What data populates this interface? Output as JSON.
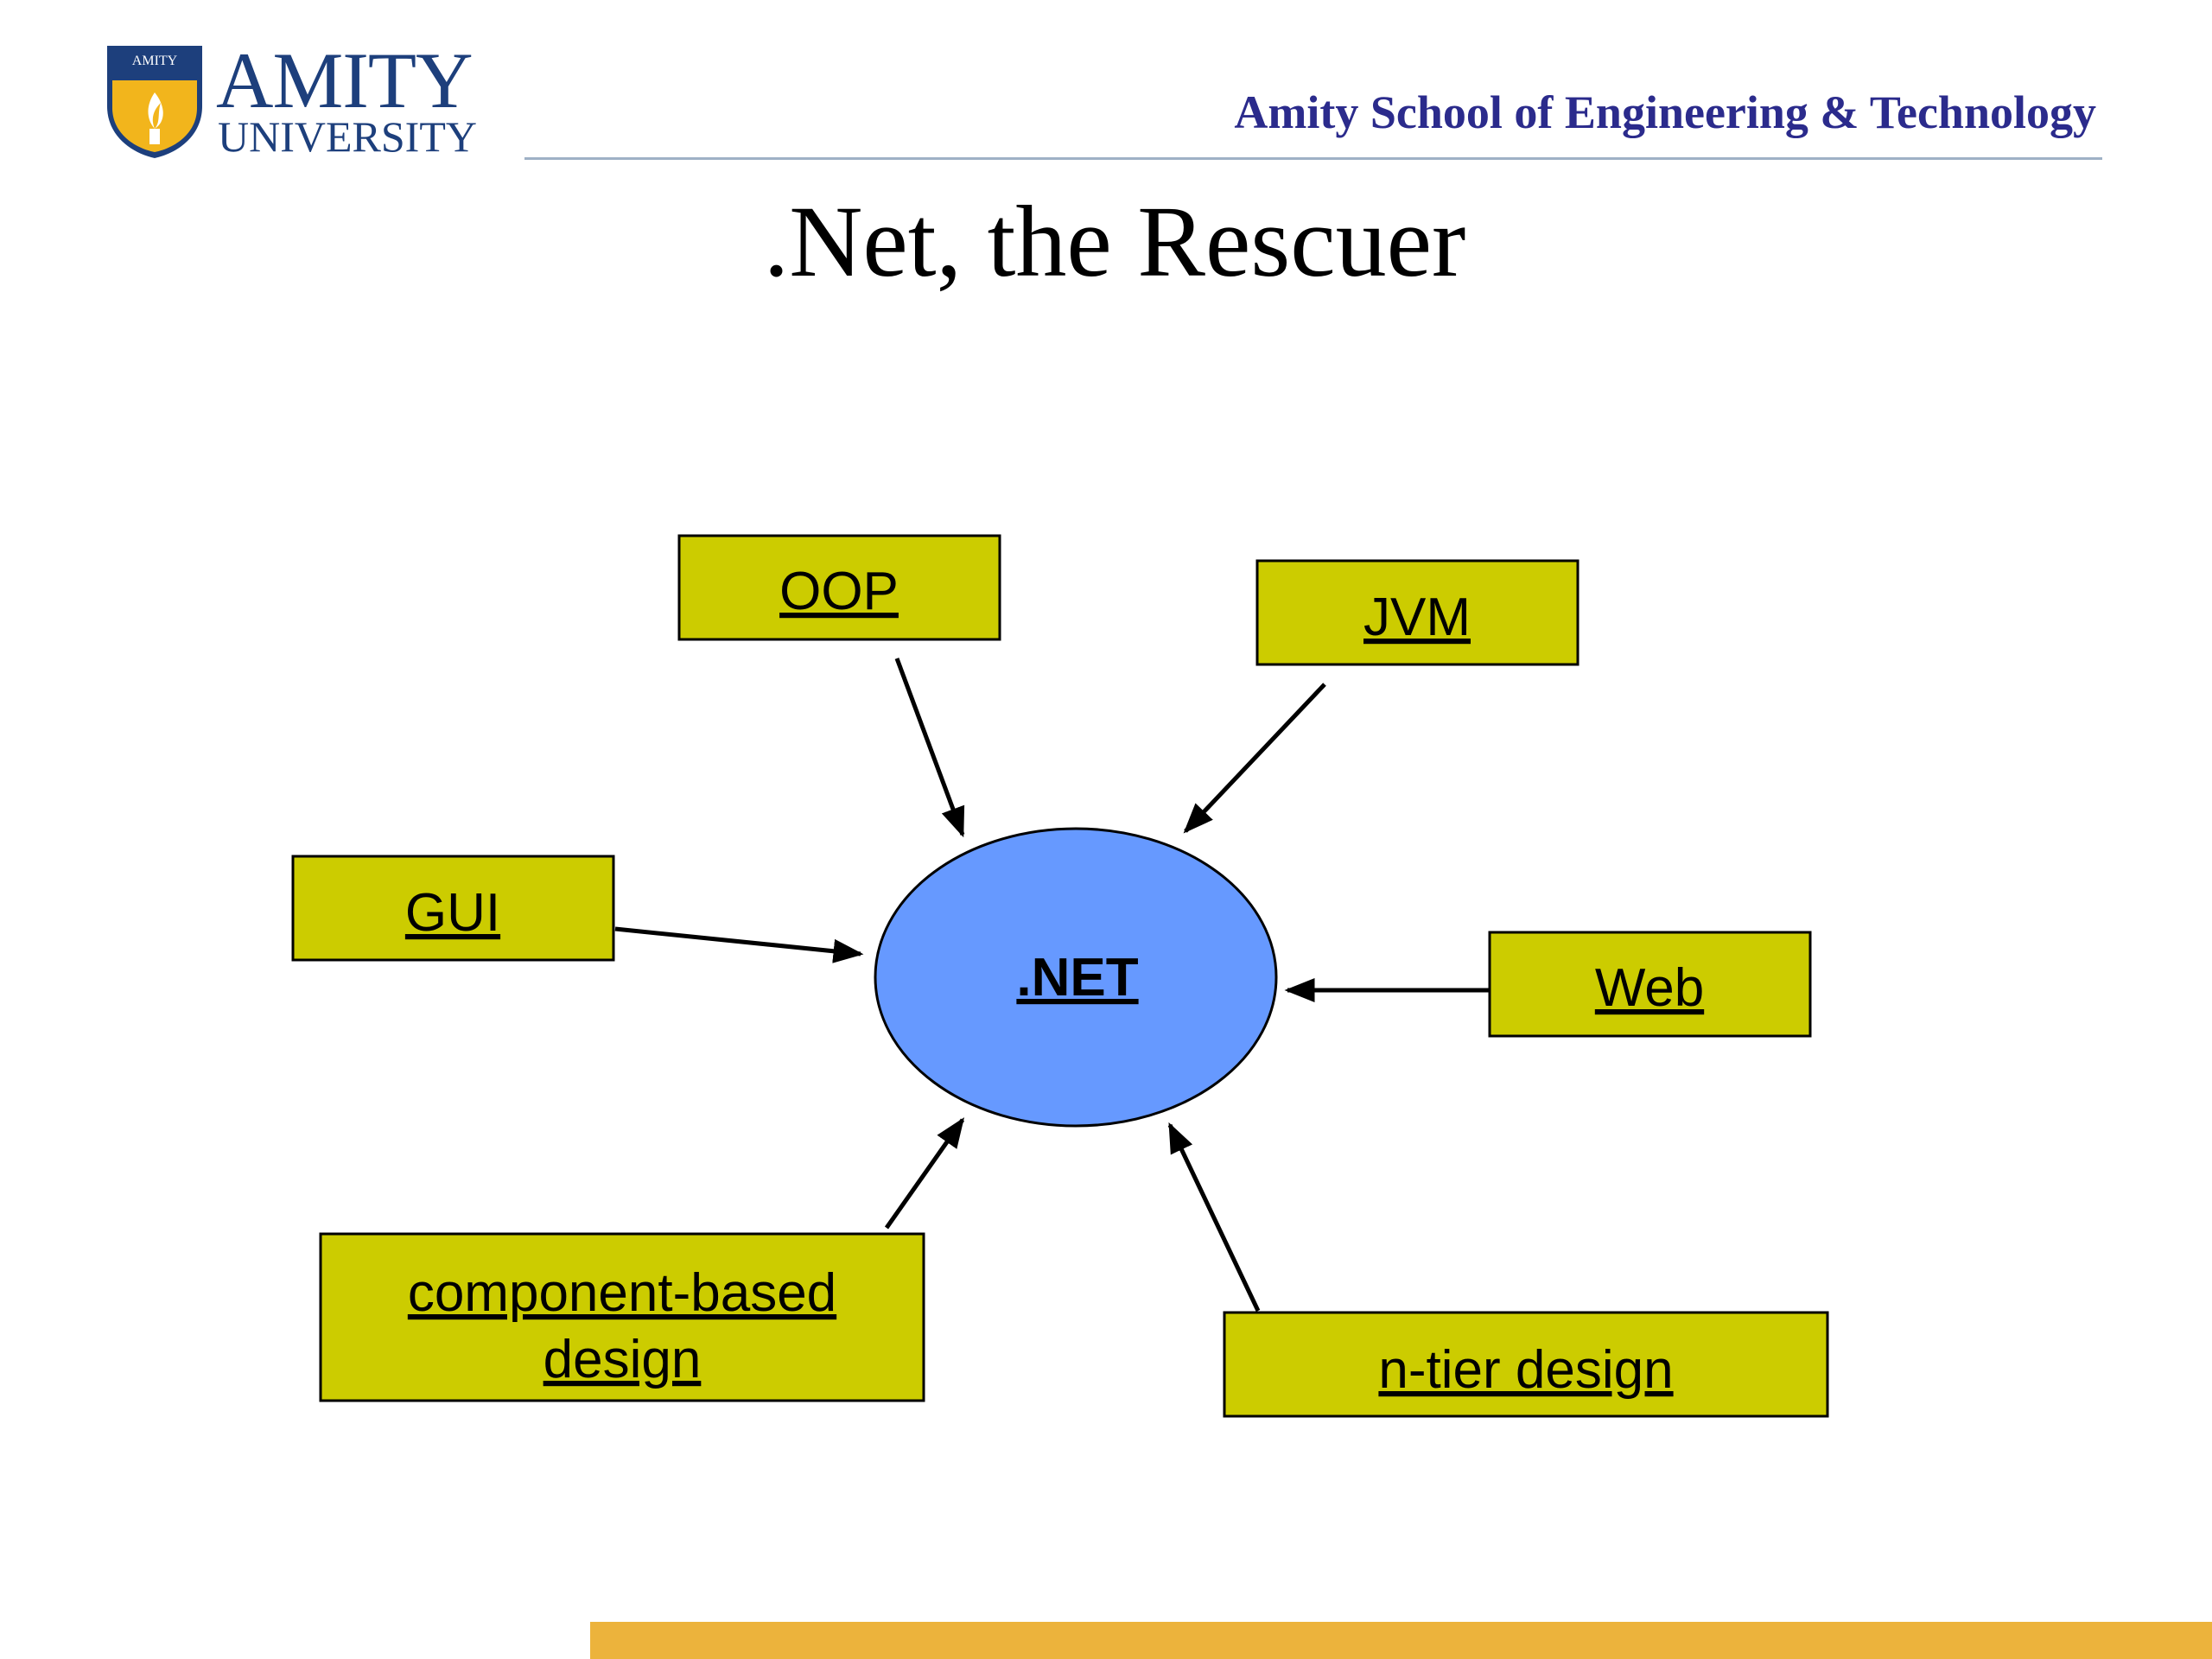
{
  "header": {
    "logo_text_top": "AMITY",
    "logo_text_bottom": "UNIVERSITY",
    "logo_shield_text": "AMITY",
    "school_name": "Amity School of Engineering & Technology"
  },
  "slide": {
    "title": ".Net, the Rescuer"
  },
  "diagram": {
    "center": ".NET",
    "nodes": {
      "oop": "OOP",
      "jvm": "JVM",
      "gui": "GUI",
      "web": "Web",
      "component_line1": "component-based",
      "component_line2": "design",
      "ntier": "n-tier design"
    }
  },
  "colors": {
    "box_fill": "#cccc00",
    "ellipse_fill": "#6699ff",
    "brand_blue": "#1d3f7c",
    "school_name": "#2b2b8c",
    "bottom_bar": "#ecb33c"
  }
}
